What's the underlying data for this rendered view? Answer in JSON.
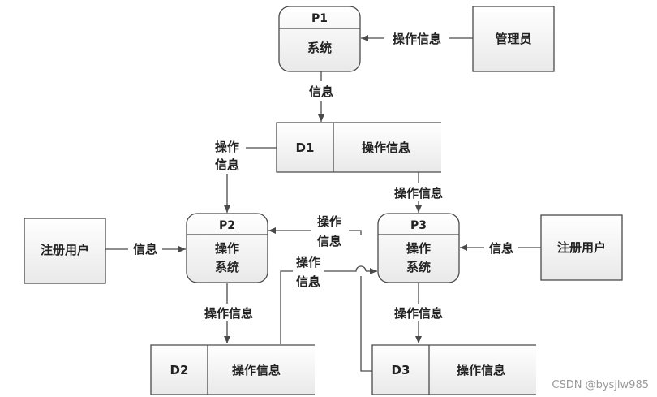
{
  "processes": {
    "p1": {
      "id": "P1",
      "name": "系统"
    },
    "p2": {
      "id": "P2",
      "name_line1": "操作",
      "name_line2": "系统"
    },
    "p3": {
      "id": "P3",
      "name_line1": "操作",
      "name_line2": "系统"
    }
  },
  "entities": {
    "admin": "管理员",
    "user_left": "注册用户",
    "user_right": "注册用户"
  },
  "stores": {
    "d1": {
      "id": "D1",
      "name": "操作信息"
    },
    "d2": {
      "id": "D2",
      "name": "操作信息"
    },
    "d3": {
      "id": "D3",
      "name": "操作信息"
    }
  },
  "flows": {
    "admin_to_p1": "操作信息",
    "p1_to_d1": "信息",
    "d1_to_p2_line1": "操作",
    "d1_to_p2_line2": "信息",
    "d1_to_p3": "操作信息",
    "user_to_p2": "信息",
    "user_to_p3": "信息",
    "p3_to_p2_line1": "操作",
    "p3_to_p2_line2": "信息",
    "d2_to_p3_line1": "操作",
    "d2_to_p3_line2": "信息",
    "p2_to_d2": "操作信息",
    "p3_to_d3": "操作信息"
  },
  "watermark": "CSDN @bysjlw985"
}
